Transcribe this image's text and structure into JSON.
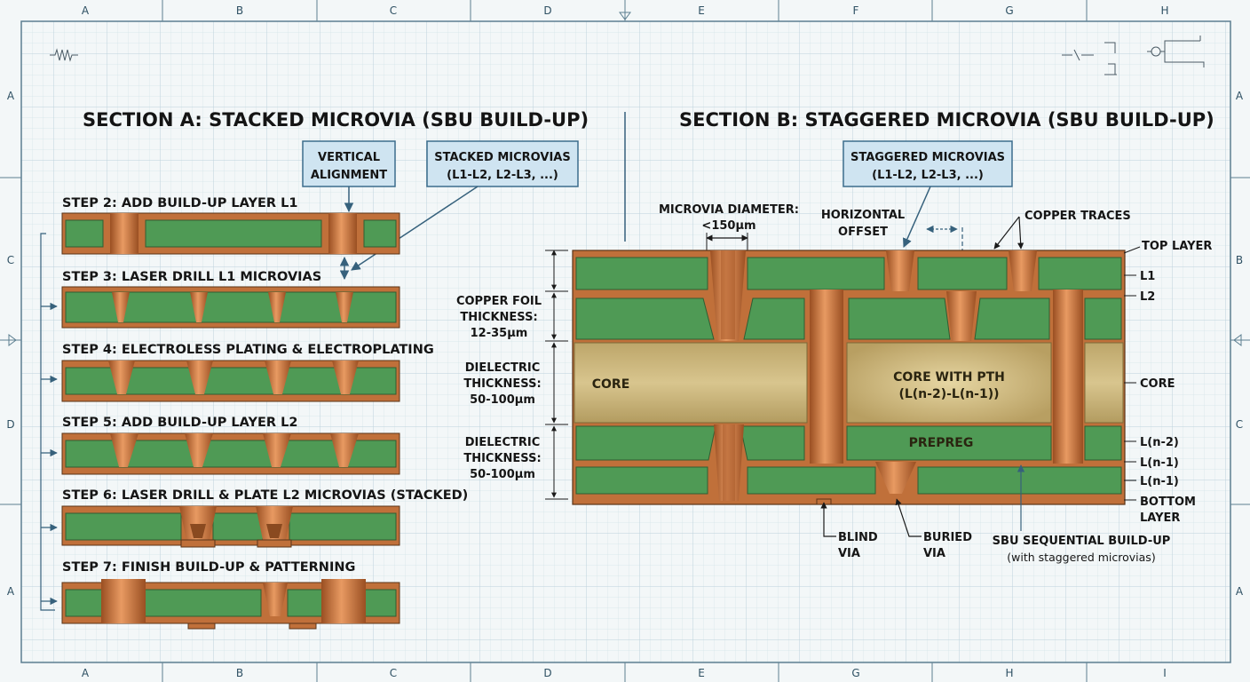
{
  "border": {
    "cols_top": [
      "A",
      "B",
      "C",
      "D",
      "E",
      "F",
      "G",
      "H"
    ],
    "cols_bottom": [
      "A",
      "B",
      "C",
      "D",
      "E",
      "G",
      "H",
      "I"
    ],
    "rows_left": [
      "A",
      "C",
      "D",
      "A"
    ],
    "rows_right": [
      "A",
      "B",
      "C",
      "A"
    ]
  },
  "section_a": {
    "title": "SECTION A: STACKED MICROVIA (SBU BUILD-UP)",
    "callout_vertical": [
      "VERTICAL",
      "ALIGNMENT"
    ],
    "callout_stacked": [
      "STACKED MICROVIAS",
      "(L1-L2, L2-L3, ...)"
    ],
    "steps": [
      "STEP 2: ADD BUILD-UP LAYER L1",
      "STEP 3: LASER DRILL L1 MICROVIAS",
      "STEP 4: ELECTROLESS PLATING & ELECTROPLATING",
      "STEP 5: ADD BUILD-UP LAYER L2",
      "STEP 6: LASER DRILL & PLATE L2 MICROVIAS (STACKED)",
      "STEP 7: FINISH BUILD-UP & PATTERNING"
    ]
  },
  "section_b": {
    "title": "SECTION B: STAGGERED MICROVIA (SBU BUILD-UP)",
    "callout_staggered": [
      "STAGGERED MICROVIAS",
      "(L1-L2, L2-L3, ...)"
    ],
    "microvia_diameter": [
      "MICROVIA DIAMETER:",
      "<150µm"
    ],
    "horizontal_offset": [
      "HORIZONTAL",
      "OFFSET"
    ],
    "copper_traces": "COPPER TRACES",
    "copper_foil": [
      "COPPER FOIL",
      "THICKNESS:",
      "12-35µm"
    ],
    "dielectric_1": [
      "DIELECTRIC",
      "THICKNESS:",
      "50-100µm"
    ],
    "dielectric_2": [
      "DIELECTRIC",
      "THICKNESS:",
      "50-100µm"
    ],
    "core_label": "CORE",
    "core_pth": [
      "CORE WITH PTH",
      "(L(n-2)-L(n-1))"
    ],
    "prepreg": "PREPREG",
    "right_labels": {
      "top_layer": "TOP LAYER",
      "l1": "L1",
      "l2": "L2",
      "core": "CORE",
      "ln2": "L(n-2)",
      "ln1a": "L(n-1)",
      "ln1b": "L(n-1)",
      "bottom_layer": [
        "BOTTOM",
        "LAYER"
      ]
    },
    "blind_via": [
      "BLIND",
      "VIA"
    ],
    "buried_via": [
      "BURIED",
      "VIA"
    ],
    "sbu": [
      "SBU SEQUENTIAL BUILD-UP",
      "(with staggered microvias)"
    ]
  },
  "colors": {
    "laminate": "#4f9a55",
    "copper": "#c0703a",
    "core": "#c6b27a",
    "grid": "#c9dbe3",
    "callout_fill": "#cfe4f1",
    "callout_stroke": "#3c6d8c",
    "arrow": "#36617c"
  }
}
